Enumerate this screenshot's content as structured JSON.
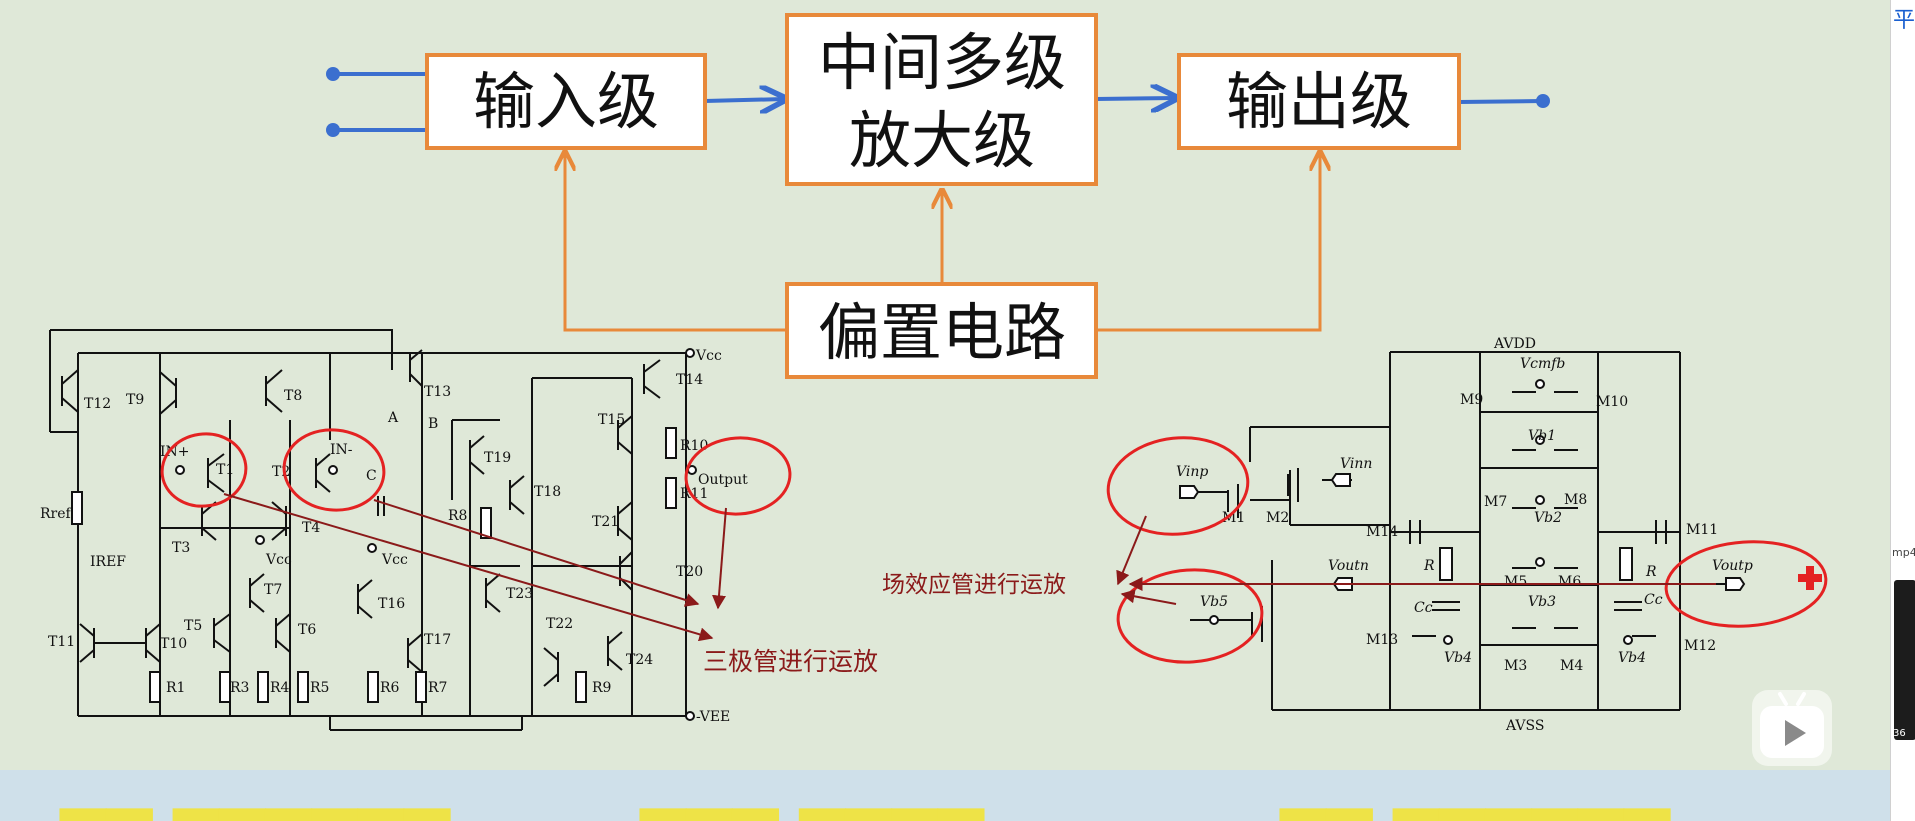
{
  "block_diagram": {
    "input_stage": "输入级",
    "middle_stage_line1": "中间多级",
    "middle_stage_line2": "放大级",
    "output_stage": "输出级",
    "bias_circuit": "偏置电路"
  },
  "bjt_circuit": {
    "vcc": "Vcc",
    "vcc_t7": "Vcc",
    "vcc_t16": "Vcc",
    "vee": "-VEE",
    "in_plus": "IN+",
    "in_minus": "IN-",
    "output": "Output",
    "rref": "Rref",
    "iref": "IREF",
    "node_a": "A",
    "node_b": "B",
    "node_c": "C",
    "transistors": [
      "T12",
      "T9",
      "T8",
      "T13",
      "T14",
      "T15",
      "T1",
      "T2",
      "T19",
      "T18",
      "T3",
      "T4",
      "T7",
      "T21",
      "T20",
      "T5",
      "T6",
      "T16",
      "T23",
      "T22",
      "T17",
      "T24",
      "T11",
      "T10"
    ],
    "resistors": [
      "R1",
      "R3",
      "R4",
      "R5",
      "R6",
      "R7",
      "R9",
      "R8",
      "R10",
      "R11"
    ],
    "annotation": "三极管进行运放"
  },
  "mos_circuit": {
    "avdd": "AVDD",
    "avss": "AVSS",
    "vcmfb": "Vcmfb",
    "vinp": "Vinp",
    "vinn": "Vinn",
    "voutn": "Voutn",
    "voutp": "Voutp",
    "vb1": "Vb1",
    "vb2": "Vb2",
    "vb3": "Vb3",
    "vb4_left": "Vb4",
    "vb4_right": "Vb4",
    "vb5": "Vb5",
    "r_left": "R",
    "r_right": "R",
    "cc_left": "Cc",
    "cc_right": "Cc",
    "transistors": [
      "M9",
      "M10",
      "M7",
      "M8",
      "M1",
      "M2",
      "M14",
      "M11",
      "M5",
      "M6",
      "M13",
      "M3",
      "M4",
      "M12"
    ],
    "annotation": "场效应管进行运放"
  },
  "colors": {
    "background": "#dfe8d8",
    "box_border": "#e8893a",
    "signal_line": "#3b6fcf",
    "annotation_red": "#8b1a1a",
    "ink_red": "#e42222"
  },
  "player": {
    "icon": "play-icon"
  }
}
